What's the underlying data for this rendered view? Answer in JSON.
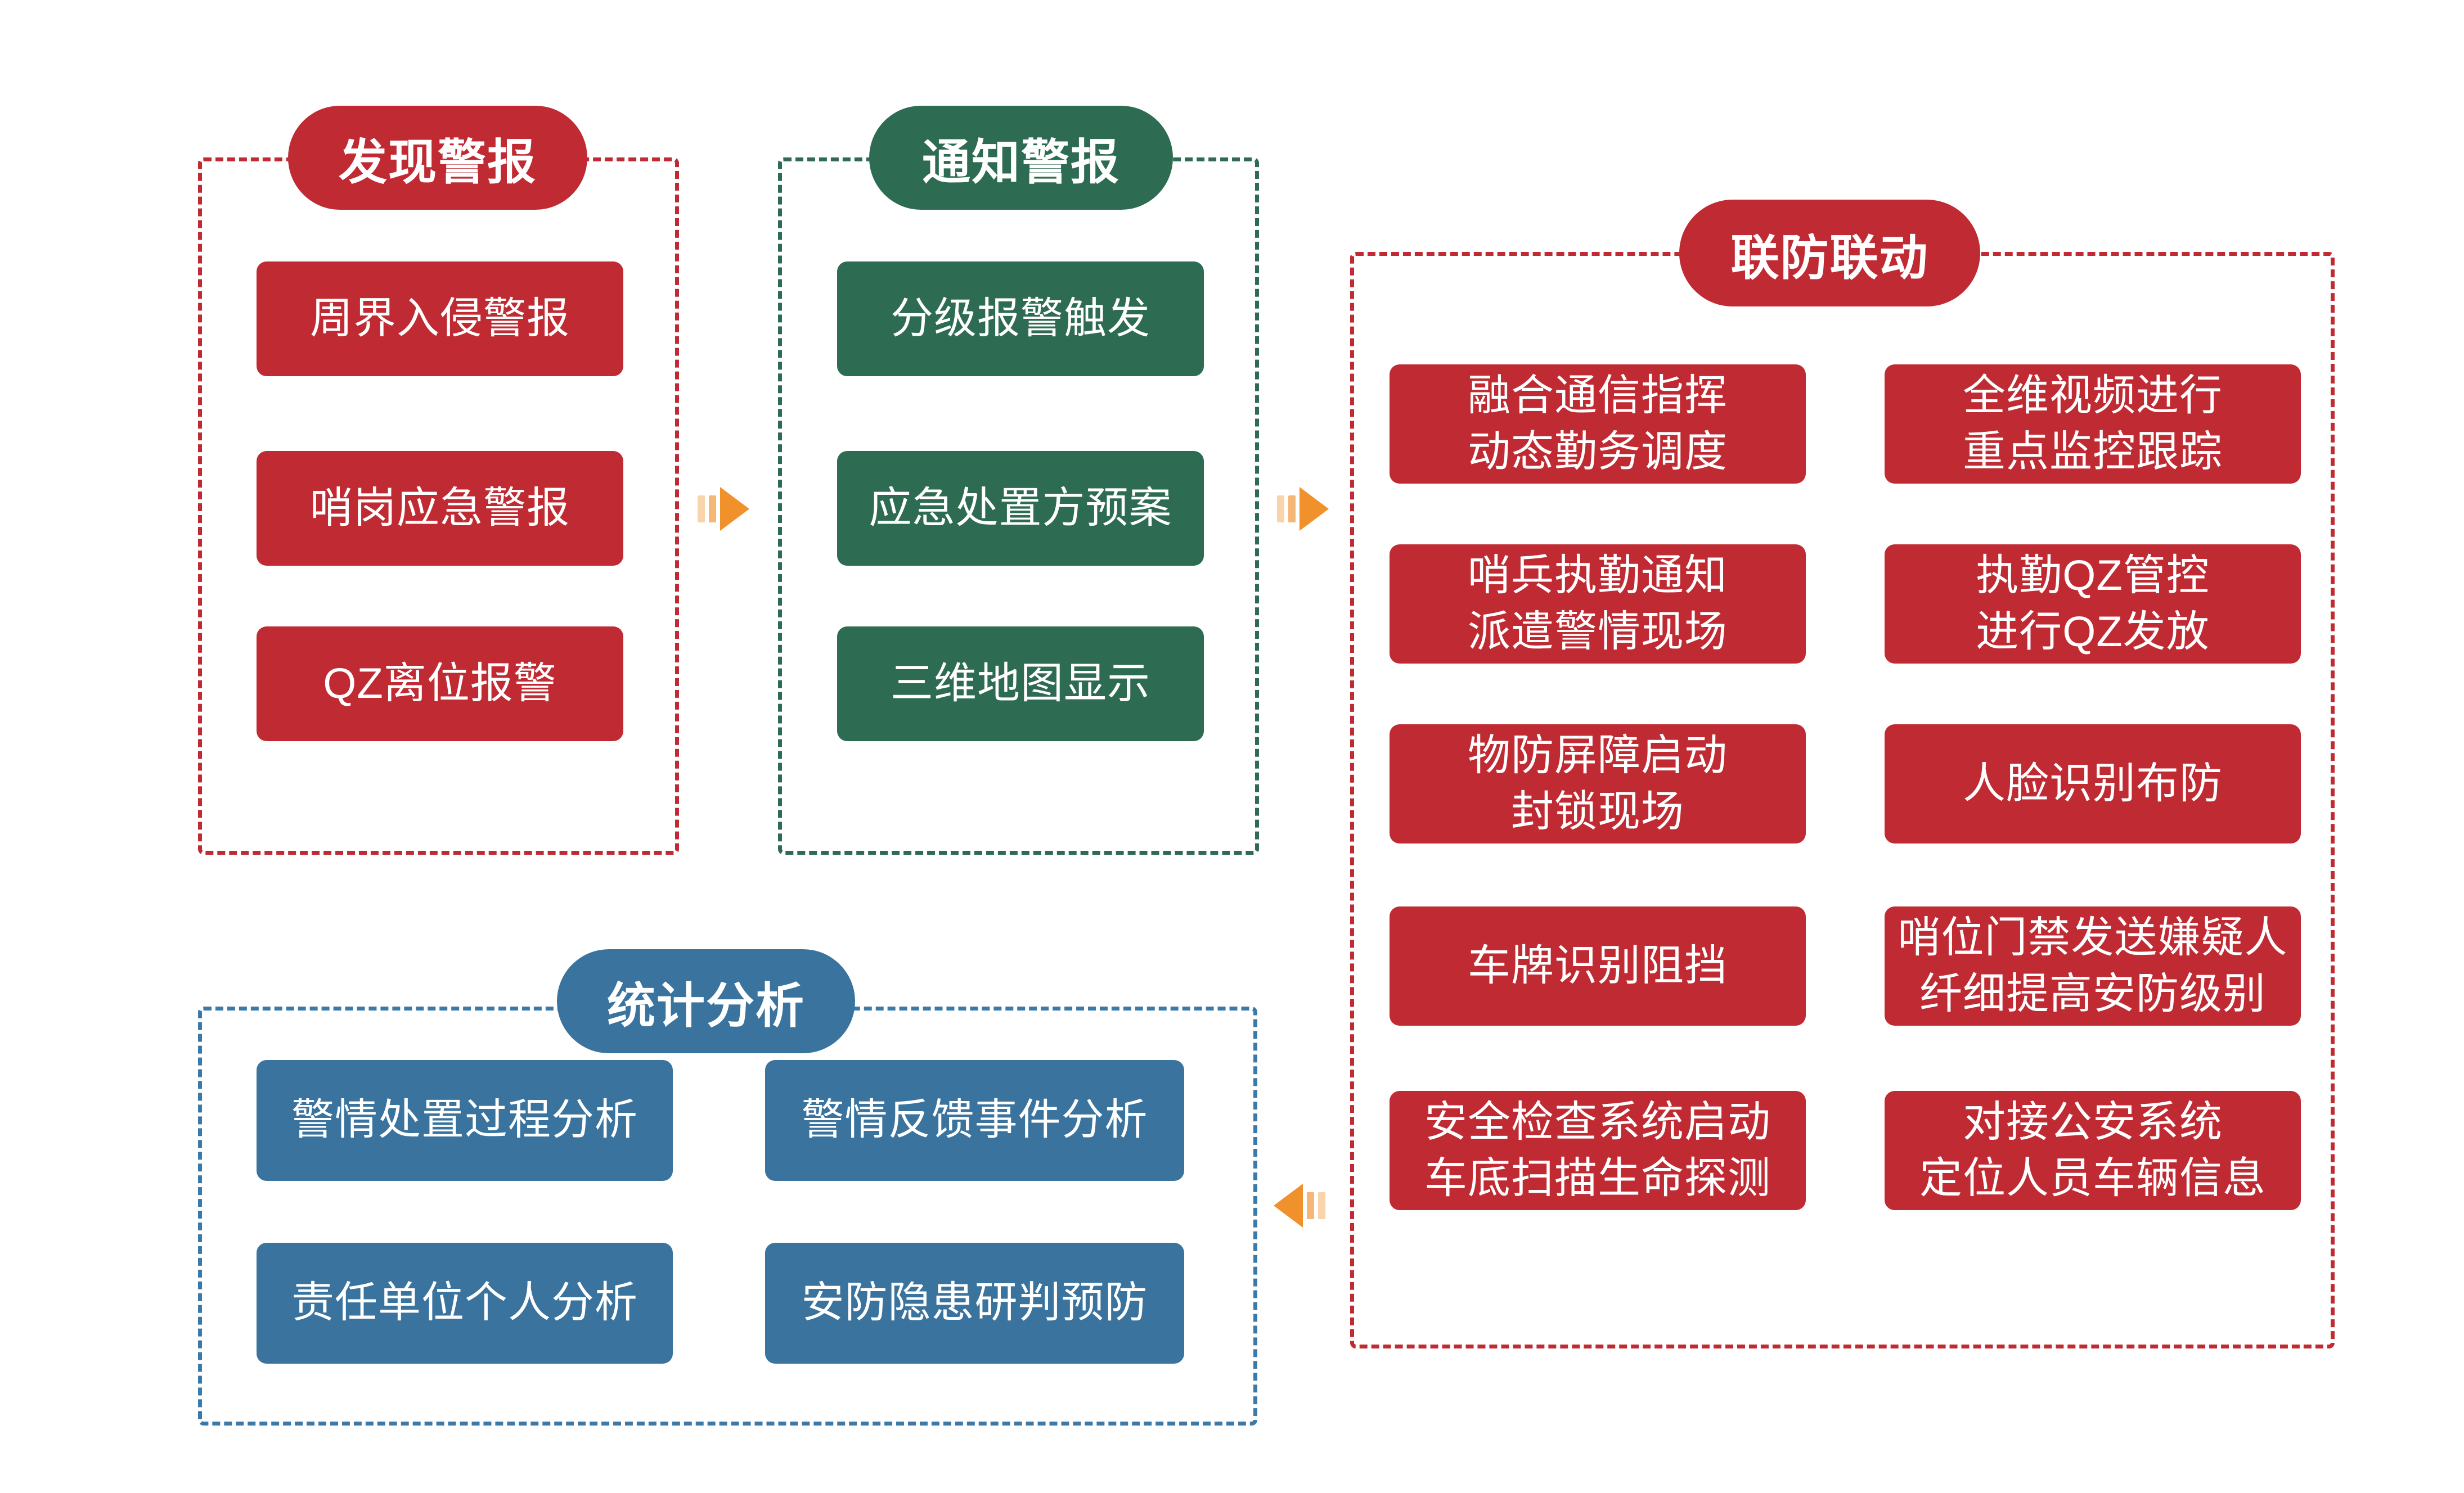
{
  "diagram": {
    "background": "#FFFFFF",
    "colors": {
      "red": "#C02B33",
      "green": "#2D6B52",
      "blue": "#39739E",
      "frame_blue": "#3A79A8",
      "orange": "#F0912B",
      "text": "#FFFFFF"
    }
  },
  "panels": {
    "discover": {
      "title": "发现警报",
      "items": [
        "周界入侵警报",
        "哨岗应急警报",
        "QZ离位报警"
      ]
    },
    "notify": {
      "title": "通知警报",
      "items": [
        "分级报警触发",
        "应急处置方预案",
        "三维地图显示"
      ]
    },
    "linkage": {
      "title": "联防联动",
      "items": [
        "融合通信指挥\n动态勤务调度",
        "全维视频进行\n重点监控跟踪",
        "哨兵执勤通知\n派遣警情现场",
        "执勤QZ管控\n进行QZ发放",
        "物防屏障启动\n封锁现场",
        "人脸识别布防",
        "车牌识别阻挡",
        "哨位门禁发送嫌疑人\n纤细提高安防级别",
        "安全检查系统启动\n车底扫描生命探测",
        "对接公安系统\n定位人员车辆信息"
      ]
    },
    "statistics": {
      "title": "统计分析",
      "items": [
        "警情处置过程分析",
        "警情反馈事件分析",
        "责任单位个人分析",
        "安防隐患研判预防"
      ]
    }
  },
  "arrows": [
    {
      "direction": "right"
    },
    {
      "direction": "right"
    },
    {
      "direction": "left"
    }
  ]
}
